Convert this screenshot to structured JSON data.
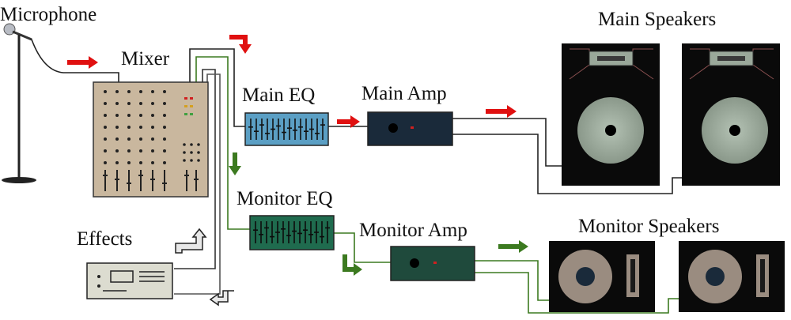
{
  "labels": {
    "microphone": "Microphone",
    "mixer": "Mixer",
    "main_eq": "Main EQ",
    "main_amp": "Main Amp",
    "main_speakers": "Main Speakers",
    "monitor_eq": "Monitor EQ",
    "monitor_amp": "Monitor Amp",
    "monitor_speakers": "Monitor Speakers",
    "effects": "Effects"
  },
  "colors": {
    "main_signal": "#e01010",
    "monitor_signal": "#3c7a20",
    "effects_signal": "#333333",
    "mixer_body": "#c9b79e",
    "main_eq_body": "#5b9fc4",
    "monitor_eq_body": "#1f6b4e",
    "main_amp_body": "#1a2a3a",
    "monitor_amp_body": "#1f4a3c",
    "speaker_cabinet": "#0a0a0a",
    "speaker_cone": "#9aa89a"
  },
  "icons": {
    "main_path": "red-arrow-icon",
    "monitor_path": "green-arrow-icon",
    "effects_path": "black-arrow-icon"
  }
}
